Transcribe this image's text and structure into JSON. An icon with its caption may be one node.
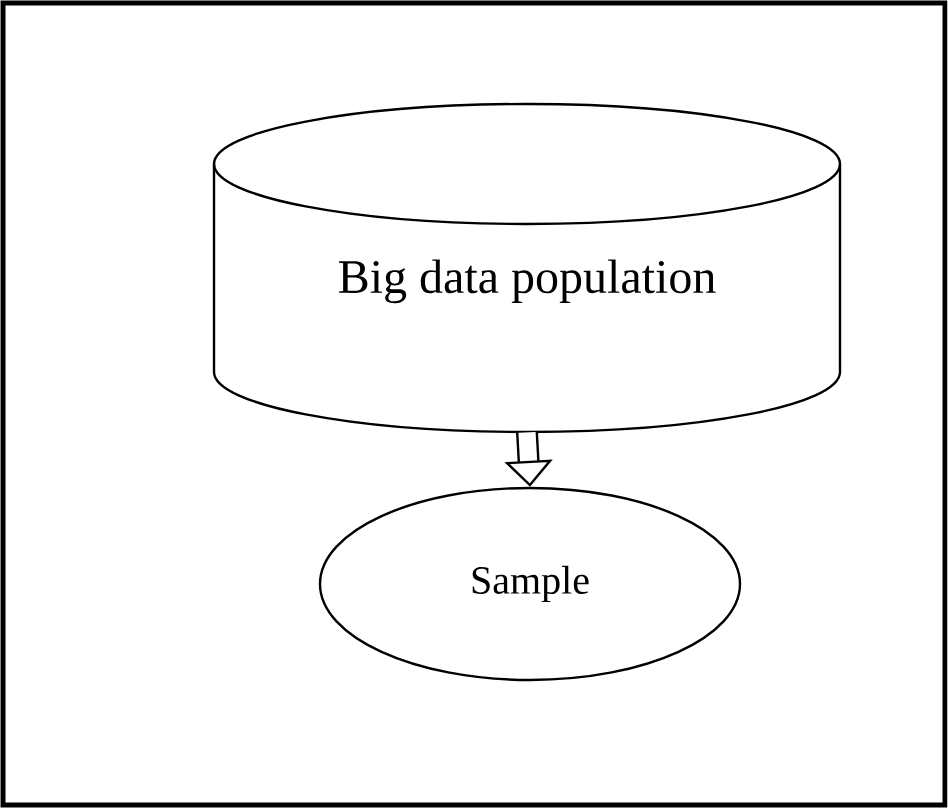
{
  "diagram": {
    "nodes": [
      {
        "text": [
          "Big data population"
        ]
      },
      {
        "text": [
          "Sample"
        ]
      }
    ],
    "edges": [
      {
        "from": 0,
        "to": 1,
        "arrow": "to"
      }
    ]
  }
}
